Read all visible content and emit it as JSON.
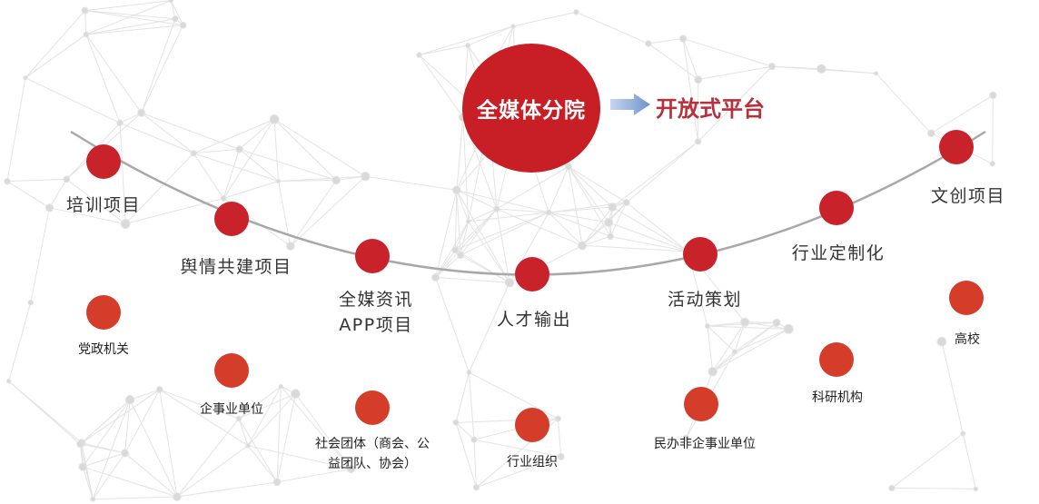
{
  "center": {
    "title": "全媒体分院",
    "platform": "开放式平台"
  },
  "colors": {
    "primary": "#c81e25",
    "secondary": "#d43d2a",
    "platform": "#b8303c",
    "arrow": "#7f9fd0",
    "arc": "#a8a8a8"
  },
  "icons": {
    "arrow": "arrow-right-icon"
  },
  "projects": [
    "培训项目",
    "舆情共建项目",
    "全媒资讯APP项目",
    "人才输出",
    "活动策划",
    "行业定制化",
    "文创项目"
  ],
  "partners": [
    "党政机关",
    "企事业单位",
    "社会团体（商会、公益团队、协会）",
    "行业组织",
    "民办非企事业单位",
    "科研机构",
    "高校"
  ]
}
